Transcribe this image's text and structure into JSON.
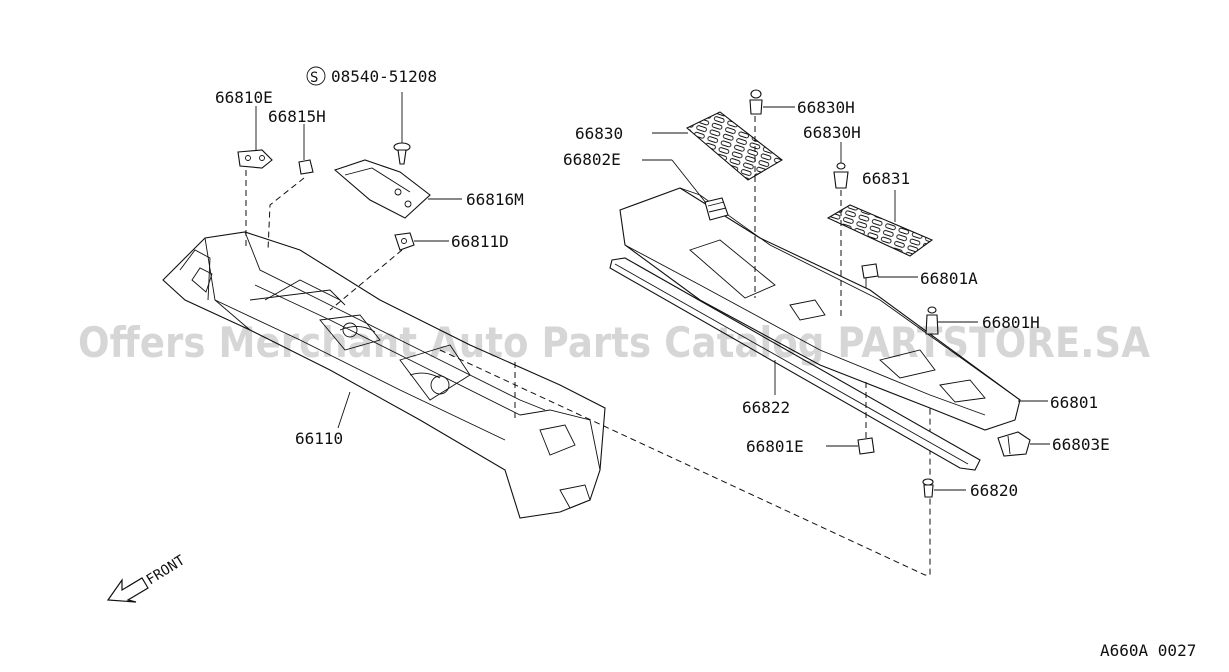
{
  "labels": {
    "p66810E": "66810E",
    "p66815H": "66815H",
    "p08540": "08540-51208",
    "s_marker": "S",
    "p66816M": "66816M",
    "p66811D": "66811D",
    "p66110": "66110",
    "p66830": "66830",
    "p66802E": "66802E",
    "p66830H_a": "66830H",
    "p66830H_b": "66830H",
    "p66831": "66831",
    "p66801A": "66801A",
    "p66801H": "66801H",
    "p66822": "66822",
    "p66801": "66801",
    "p66801E": "66801E",
    "p66803E": "66803E",
    "p66820": "66820",
    "front": "FRONT",
    "drawing_code": "A660A 0027"
  },
  "watermark": "Offers Merchant Auto Parts Catalog PARTSTORE.SA"
}
